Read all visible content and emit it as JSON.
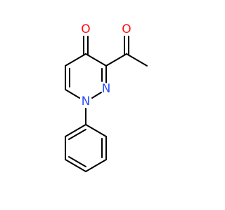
{
  "molecule": {
    "colors": {
      "bond": "#000000",
      "oxygen": "#ff0d0d",
      "nitrogen": "#3050f8"
    },
    "atoms": {
      "o_ring": {
        "label": "O",
        "element": "oxygen"
      },
      "o_acetyl": {
        "label": "O",
        "element": "oxygen"
      },
      "n1": {
        "label": "N",
        "element": "nitrogen"
      },
      "n2": {
        "label": "N",
        "element": "nitrogen"
      }
    }
  }
}
